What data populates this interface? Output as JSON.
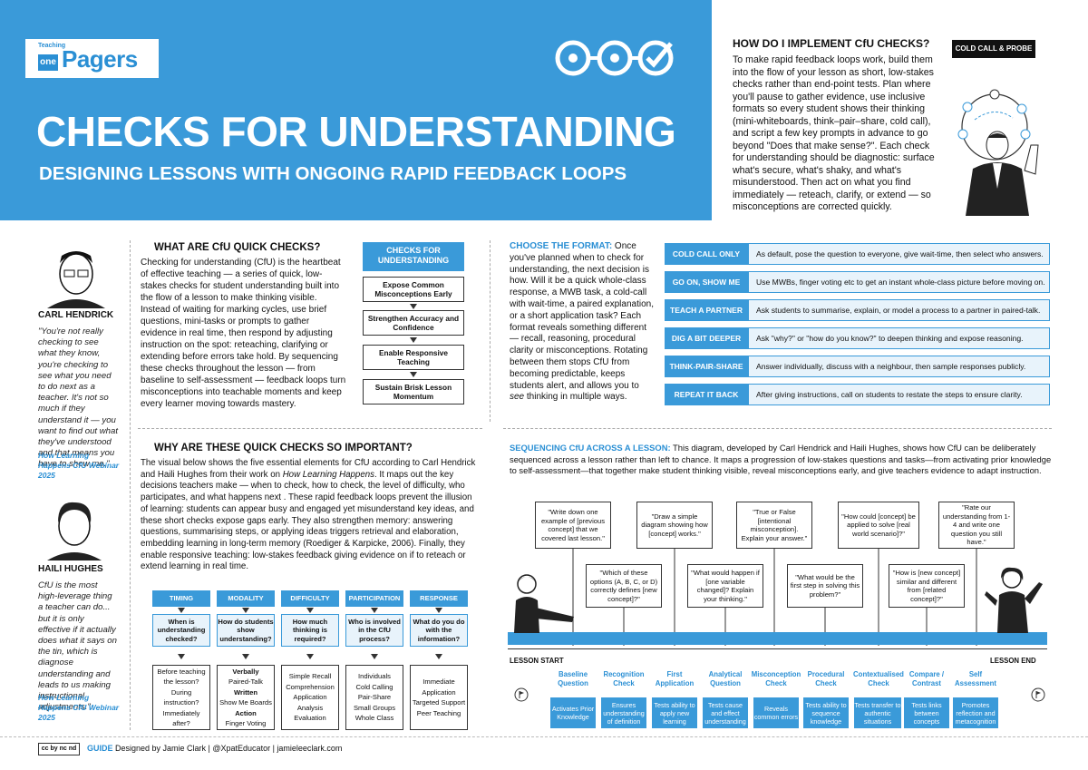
{
  "header": {
    "logo_small": "Teaching",
    "logo_one": "one",
    "logo_word": "Pagers",
    "title": "CHECKS FOR UNDERSTANDING",
    "subtitle": "DESIGNING LESSONS WITH ONGOING RAPID FEEDBACK LOOPS",
    "icons": [
      "ring-icon",
      "ring-icon",
      "check-circle-icon"
    ]
  },
  "how": {
    "title": "HOW DO I IMPLEMENT CfU CHECKS?",
    "body": "To make rapid feedback loops work, build them into the flow of your lesson as short, low-stakes checks rather than end-point tests. Plan where you'll pause to gather evidence, use inclusive formats so every student shows their thinking (mini-whiteboards, think–pair–share, cold call), and script a few key prompts in advance to go beyond \"Does that make sense?\". Each check for understanding should be diagnostic: surface what's secure, what's shaky, and what's misunderstood. Then act on what you find immediately — reteach, clarify, or extend — so misconceptions are corrected quickly.",
    "cold_call_label": "COLD CALL & PROBE"
  },
  "people": [
    {
      "name": "CARL HENDRICK",
      "quote": "\"You're not really checking to see what they know, you're checking to see what you need to do next as a teacher. It's not so much if they understand it — you want to find out what they've understood and that means you have to show me.\"",
      "source": "How Learning Happens CfU Webinar 2025"
    },
    {
      "name": "HAILI HUGHES",
      "quote": "CfU is the most high-leverage thing a teacher can do... but it is only effective if it actually does what it says on the tin, which is diagnose understanding and leads to us making instructional adjustments.\".",
      "source": "How Learning Happens CfU Webinar 2025"
    }
  ],
  "what": {
    "title": "WHAT ARE CfU QUICK CHECKS?",
    "body": "Checking for understanding (CfU) is the heartbeat of effective teaching — a series of quick, low-stakes checks for student understanding built into the flow of a lesson to make thinking visible. Instead of waiting for marking cycles, use brief questions, mini-tasks or prompts to gather evidence in real time, then respond by adjusting instruction on the spot: reteaching, clarifying or extending before errors take hold. By sequencing these checks throughout the lesson — from baseline to self-assessment — feedback loops turn misconceptions into teachable moments and keep every learner moving towards mastery."
  },
  "flow": {
    "heading": "CHECKS FOR UNDERSTANDING",
    "steps": [
      "Expose Common Misconceptions Early",
      "Strengthen Accuracy and Confidence",
      "Enable Responsive Teaching",
      "Sustain Brisk Lesson Momentum"
    ]
  },
  "why": {
    "title": "WHY ARE THESE QUICK CHECKS SO IMPORTANT?",
    "body_1": "The visual below shows the five essential elements for CfU according to Carl Hendrick and Haili Hughes from their work on ",
    "body_book": "How Learning Happens",
    "body_2": ". It maps out the key decisions teachers make — when to check, how to check, the level of difficulty, who participates, and what happens next . These rapid feedback loops prevent the illusion of learning: students can appear busy and engaged yet misunderstand key ideas, and these short checks expose gaps early. They also strengthen memory: answering questions, summarising steps, or applying ideas triggers retrieval and elaboration, embedding learning in long-term memory (Roediger & Karpicke, 2006). Finally, they enable responsive teaching: low-stakes feedback giving evidence on if to reteach or extend learning in real time."
  },
  "elements": [
    {
      "head": "TIMING",
      "q": "When is understanding checked?",
      "a": [
        "Before teaching the lesson? During instruction? Immediately after?"
      ]
    },
    {
      "head": "MODALITY",
      "q": "How do students show understanding?",
      "a_rich": [
        [
          "Verbally",
          true
        ],
        [
          "Paired-Talk",
          false
        ],
        [
          "Written",
          true
        ],
        [
          "Show Me Boards",
          false
        ],
        [
          "Action",
          true
        ],
        [
          "Finger Voting",
          false
        ]
      ]
    },
    {
      "head": "DIFFICULTY",
      "q": "How much thinking is required?",
      "a": [
        "Simple Recall",
        "Comprehension",
        "Application",
        "Analysis",
        "Evaluation"
      ]
    },
    {
      "head": "PARTICIPATION",
      "q": "Who is involved in the CfU process?",
      "a": [
        "Individuals",
        "Cold Calling",
        "Pair-Share",
        "Small Groups",
        "Whole Class"
      ]
    },
    {
      "head": "RESPONSE",
      "q": "What do you do with the information?",
      "a": [
        "Immediate Application",
        "",
        "Targeted Support",
        "",
        "Peer Teaching"
      ]
    }
  ],
  "format": {
    "title": "CHOOSE THE FORMAT:",
    "body_1": " Once you've planned when to check for understanding, the next decision is how. Will it be a quick whole-class response, a MWB task, a cold-call with wait-time, a paired explanation, or a short application task? Each format reveals something different — recall, reasoning, procedural clarity or misconceptions. Rotating between them stops CfU from becoming predictable, keeps students alert, and allows you to ",
    "body_see": "see",
    "body_2": " thinking in multiple ways.",
    "rows": [
      {
        "label": "COLD CALL ONLY",
        "desc": "As default, pose the question to everyone, give wait-time, then select who answers."
      },
      {
        "label": "GO ON, SHOW ME",
        "desc": "Use MWBs, finger voting etc to get an instant whole-class picture before moving on."
      },
      {
        "label": "TEACH A PARTNER",
        "desc": "Ask students to summarise, explain, or model a process to a partner in paired-talk."
      },
      {
        "label": "DIG A BIT DEEPER",
        "desc": "Ask \"why?\" or \"how do you know?\" to deepen thinking and expose reasoning."
      },
      {
        "label": "THINK-PAIR-SHARE",
        "desc": "Answer individually, discuss with a neighbour, then sample responses publicly."
      },
      {
        "label": "REPEAT IT BACK",
        "desc": "After giving instructions, call on students to restate the steps to ensure clarity."
      }
    ]
  },
  "sequencing": {
    "title": "SEQUENCING CfU ACROSS A LESSON:",
    "body": " This diagram, developed by Carl Hendrick and Haili Hughes, shows how CfU can be deliberately sequenced across a lesson rather than left to chance. It maps a progression of low-stakes questions and tasks—from activating prior knowledge to self-assessment—that together make student thinking visible, reveal misconceptions early, and give teachers evidence to adapt instruction.",
    "lesson_start": "LESSON START",
    "lesson_end": "LESSON END",
    "top_questions": [
      "\"Write down one example of [previous concept] that we covered last lesson.\"",
      "\"Draw a simple diagram showing how [concept] works.\"",
      "\"True or False [intentional misconception]. Explain your answer.\"",
      "\"How could [concept] be applied to solve [real world scenario]?\"",
      "\"Rate our understanding from 1-4 and write one question you still have.\""
    ],
    "mid_questions": [
      "\"Which of these options (A, B, C, or D) correctly defines [new concept]?\"",
      "\"What would happen if [one variable changed]? Explain your thinking.\"",
      "\"What would be the first step in solving this problem?\"",
      "\"How is [new concept] similar and different from [related concept]?\""
    ],
    "stages": [
      {
        "label": "Baseline Question",
        "desc": "Activates Prior Knowledge"
      },
      {
        "label": "Recognition Check",
        "desc": "Ensures understanding of definition"
      },
      {
        "label": "First Application",
        "desc": "Tests ability to apply new learning"
      },
      {
        "label": "Analytical Question",
        "desc": "Tests cause and effect understanding"
      },
      {
        "label": "Misconception Check",
        "desc": "Reveals common errors"
      },
      {
        "label": "Procedural Check",
        "desc": "Tests ability to sequence knowledge"
      },
      {
        "label": "Contextualised Check",
        "desc": "Tests transfer to authentic situations"
      },
      {
        "label": "Compare / Contrast",
        "desc": "Tests links between concepts"
      },
      {
        "label": "Self Assessment",
        "desc": "Promotes reflection and metacognition"
      }
    ]
  },
  "footer": {
    "license": "cc by nc nd",
    "guide": "GUIDE",
    "credit": " Designed by Jamie Clark | @XpatEducator | jamieleeclark.com"
  },
  "colors": {
    "accent": "#3a9ad9",
    "accent_text": "#2a8fd4",
    "pale": "#e8f3fb"
  }
}
